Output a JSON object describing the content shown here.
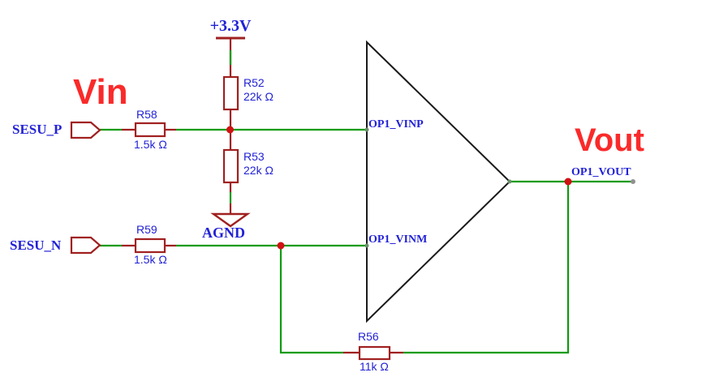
{
  "colors": {
    "wire": "#0f9b0f",
    "component": "#a02020",
    "junction": "#d01212",
    "net_label": "#2222d6",
    "annotation": "#fa2a2a",
    "opamp": "#1a1a1a"
  },
  "annotations": {
    "vin": "Vin",
    "vout": "Vout"
  },
  "power": {
    "rail_label": "+3.3V",
    "ground_label": "AGND"
  },
  "ports": [
    {
      "name": "SESU_P"
    },
    {
      "name": "SESU_N"
    }
  ],
  "resistors": [
    {
      "ref": "R52",
      "value": "22k Ω"
    },
    {
      "ref": "R53",
      "value": "22k Ω"
    },
    {
      "ref": "R58",
      "value": "1.5k Ω"
    },
    {
      "ref": "R59",
      "value": "1.5k Ω"
    },
    {
      "ref": "R56",
      "value": "11k Ω"
    }
  ],
  "opamp": {
    "pins": {
      "vinp": "OP1_VINP",
      "vinm": "OP1_VINM",
      "vout": "OP1_VOUT"
    }
  }
}
